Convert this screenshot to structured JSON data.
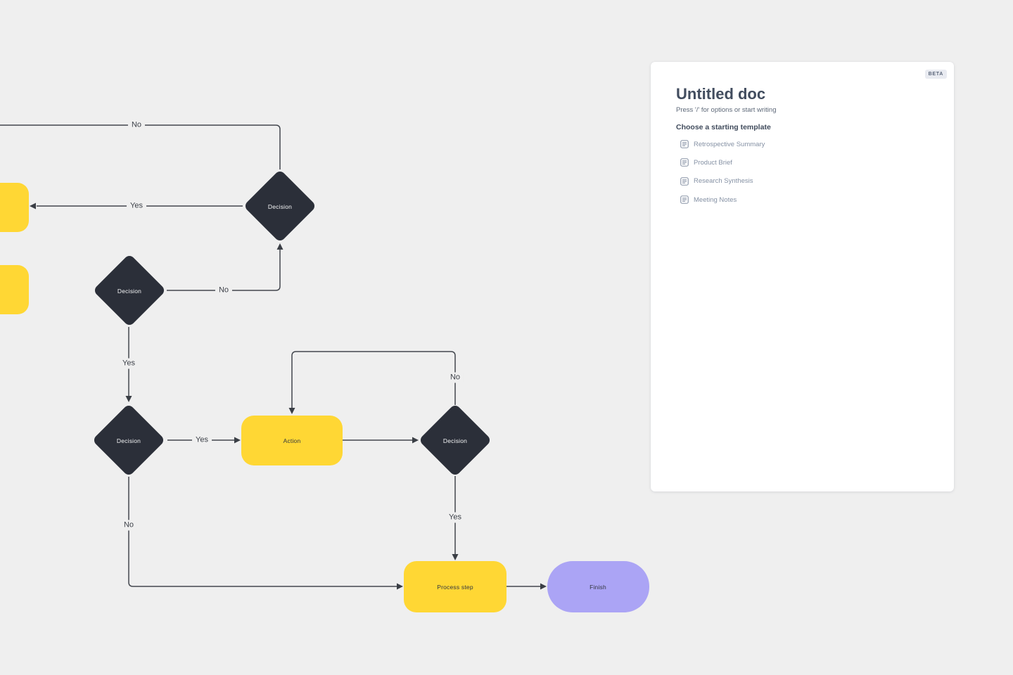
{
  "app": {
    "canvas_bg": "#efefef",
    "node_yellow": "#ffd734",
    "node_dark": "#2b2f39",
    "node_purple": "#aba4f5",
    "edge_color": "#43474e"
  },
  "flowchart": {
    "node_labels": {
      "decision_top": "Decision",
      "decision_left": "Decision",
      "decision_mid": "Decision",
      "decision_right": "Decision",
      "action": "Action",
      "process_step": "Process step",
      "finish": "Finish"
    },
    "edge_labels": {
      "top_no": "No",
      "left_yes": "Yes",
      "d2_to_d1_no": "No",
      "d2_to_d3_yes": "Yes",
      "d3_to_action_yes": "Yes",
      "loop_no": "No",
      "d4_to_process_yes": "Yes",
      "d3_to_process_no": "No"
    }
  },
  "panel": {
    "beta_badge": "BETA",
    "title": "Untitled doc",
    "placeholder": "Press '/' for options or start writing",
    "templates_heading": "Choose a starting template",
    "templates": [
      {
        "label": "Retrospective Summary"
      },
      {
        "label": "Product Brief"
      },
      {
        "label": "Research Synthesis"
      },
      {
        "label": "Meeting Notes"
      }
    ]
  }
}
